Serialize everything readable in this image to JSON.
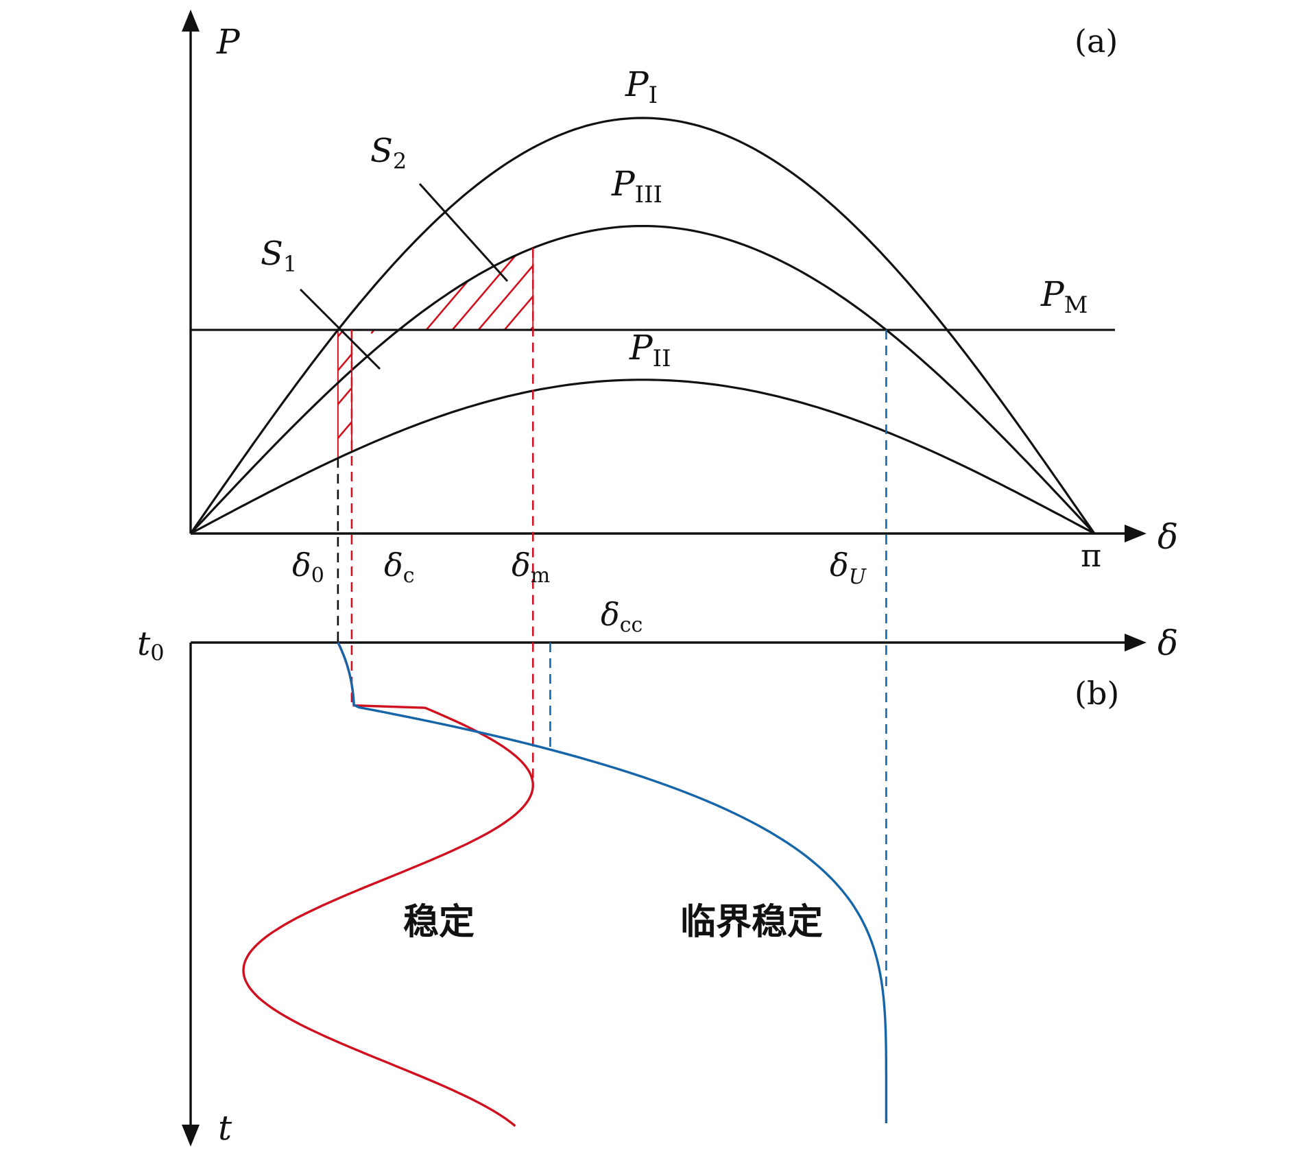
{
  "panels": {
    "a": "(a)",
    "b": "(b)"
  },
  "axes": {
    "p_axis": "P",
    "delta_axis": "δ",
    "t_axis": "t",
    "t0": {
      "base": "t",
      "sub": "0"
    }
  },
  "curves": {
    "p_i": {
      "base": "P",
      "sub": "I",
      "amplitude": 1.0
    },
    "p_iii": {
      "base": "P",
      "sub": "III",
      "amplitude": 0.74
    },
    "p_ii": {
      "base": "P",
      "sub": "II",
      "amplitude": 0.37
    },
    "p_m": {
      "base": "P",
      "sub": "M",
      "level": 0.49
    }
  },
  "areas": {
    "s1": {
      "base": "S",
      "sub": "1"
    },
    "s2": {
      "base": "S",
      "sub": "2"
    }
  },
  "angles": {
    "delta_0": {
      "base": "δ",
      "sub": "0"
    },
    "delta_c": {
      "base": "δ",
      "sub": "c"
    },
    "delta_m": {
      "base": "δ",
      "sub": "m"
    },
    "delta_u": {
      "base": "δ",
      "sub": "U"
    },
    "delta_cc": {
      "base": "δ",
      "sub": "cc"
    },
    "pi": "π"
  },
  "trajectories": {
    "stable": "稳定",
    "critical": "临界稳定"
  },
  "colors": {
    "black": "#111111",
    "red": "#d0101e",
    "blue": "#1565a8"
  }
}
